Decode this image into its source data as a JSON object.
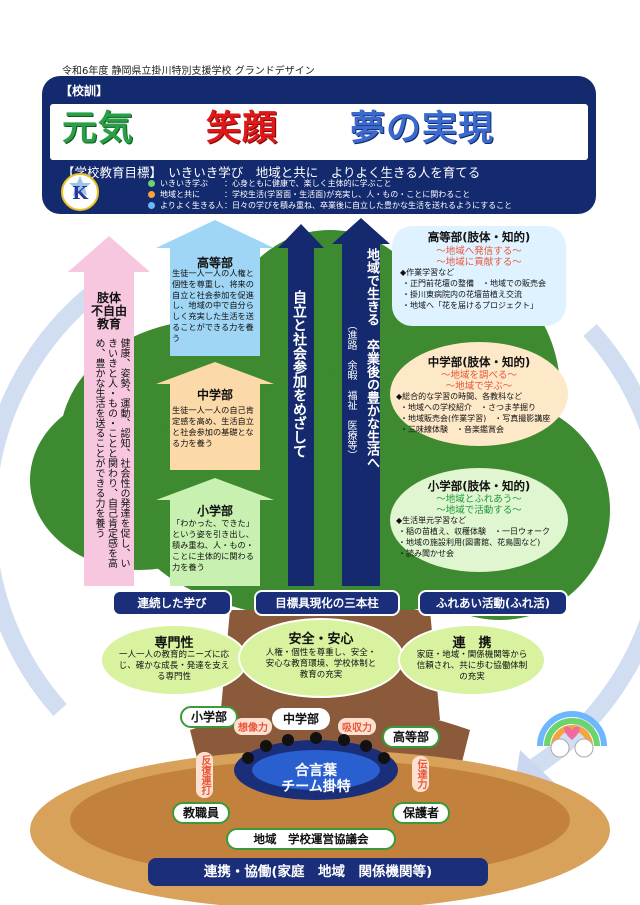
{
  "header": {
    "title": "令和6年度  静岡県立掛川特別支援学校  グランドデザイン"
  },
  "motto": {
    "label": "【校訓】",
    "word1": "元気",
    "word2": "笑顔",
    "word3": "夢の実現",
    "goal": "【学校教育目標】　いきいき学び　地域と共に　よりよく生きる人を育てる"
  },
  "legend": [
    {
      "key": "いきいき学ぶ",
      "text": "：心身ともに健康で、楽しく主体的に学ぶこと",
      "color": "#6bd46b"
    },
    {
      "key": "地域と共に",
      "text": "：学校生活(学習面・生活面)が充実し、人・もの・ことに関わること",
      "color": "#f6a33a"
    },
    {
      "key": "よりよく生きる人",
      "text": "：日々の学びを積み重ね、卒業後に自立した豊かな生活を送れるようにすること",
      "color": "#6db7ff"
    }
  ],
  "logo": {
    "letter": "K"
  },
  "pink_arrow": {
    "title1": "肢体",
    "title2": "不自由",
    "title3": "教育",
    "body": "健康、姿勢、運動、認知、社会性の発達を促し、いきいきと人・もの・ことと関わり、自己肯定感を高め、豊かな生活を送ることができる力を養う"
  },
  "blue_box": {
    "title": "高等部",
    "body": "生徒一人一人の人権と個性を尊重し、将来の自立と社会参加を促進し、地域の中で自分らしく充実した生活を送ることができる力を養う"
  },
  "orange_box": {
    "title": "中学部",
    "body": "生徒一人一人の自己肯定感を高め、生活自立と社会参加の基礎となる力を養う"
  },
  "green_box": {
    "title": "小学部",
    "body": "「わかった、できた」という姿を引き出し、積み重ね、人・もの・ことに主体的に関わる力を養う"
  },
  "navy_arrow1": {
    "text": "自立と社会参加をめざして"
  },
  "navy_arrow2": {
    "text1": "地域で生きる　卒業後の豊かな生活へ",
    "text2": "（進路　余暇　福祉　医療等）"
  },
  "right_high": {
    "title": "高等部(肢体・知的)",
    "sub1": "～地域へ発信する～",
    "sub2": "～地域に貢献する～",
    "items": [
      "◆作業学習など",
      "・正門前花壇の整備　・地域での販売会",
      "・掛川東病院内の花壇苗植え交流",
      "・地域へ「花を届けるプロジェクト」"
    ]
  },
  "right_middle": {
    "title": "中学部(肢体・知的)",
    "sub1": "～地域を調べる～",
    "sub2": "～地域で学ぶ～",
    "items": [
      "◆総合的な学習の時間、各教科など",
      "・地域への学校紹介　・さつま芋掘り",
      "・地域販売会(作業学習)　・写真撮影講座",
      "・三味線体験　・音楽鑑賞会"
    ]
  },
  "right_elem": {
    "title": "小学部(肢体・知的)",
    "sub1": "～地域とふれあう～",
    "sub2": "～地域で活動する～",
    "items": [
      "◆生活単元学習など",
      "・稲の苗植え、収穫体験　・一日ウォーク",
      "・地域の施設利用(図書館、花鳥園など)",
      "・読み聞かせ会"
    ]
  },
  "pills": {
    "left": "連続した学び",
    "center": "目標具現化の三本柱",
    "right": "ふれあい活動(ふれ活)"
  },
  "ovals": {
    "left": {
      "title": "専門性",
      "body": "一人一人の教育的ニーズに応じ、確かな成長・発達を支える専門性"
    },
    "center": {
      "title": "安全・安心",
      "body": "人権・個性を尊重し、安全・安心な教育環境、学校体制と教育の充実"
    },
    "right": {
      "title": "連　携",
      "body": "家庭・地域・関係機関等から信頼され、共に歩む協働体制の充実"
    }
  },
  "team": {
    "elem": "小学部",
    "middle": "中学部",
    "high": "高等部",
    "staff": "教職員",
    "guardian": "保護者",
    "imagination": "想像力",
    "absorption": "吸収力",
    "reflect": "反復連打",
    "convey": "伝達力",
    "center1": "合言葉",
    "center2": "チーム掛特",
    "council": "地域　学校運営協議会",
    "bottom": "連携・協働(家庭　地域　関係機関等)"
  }
}
